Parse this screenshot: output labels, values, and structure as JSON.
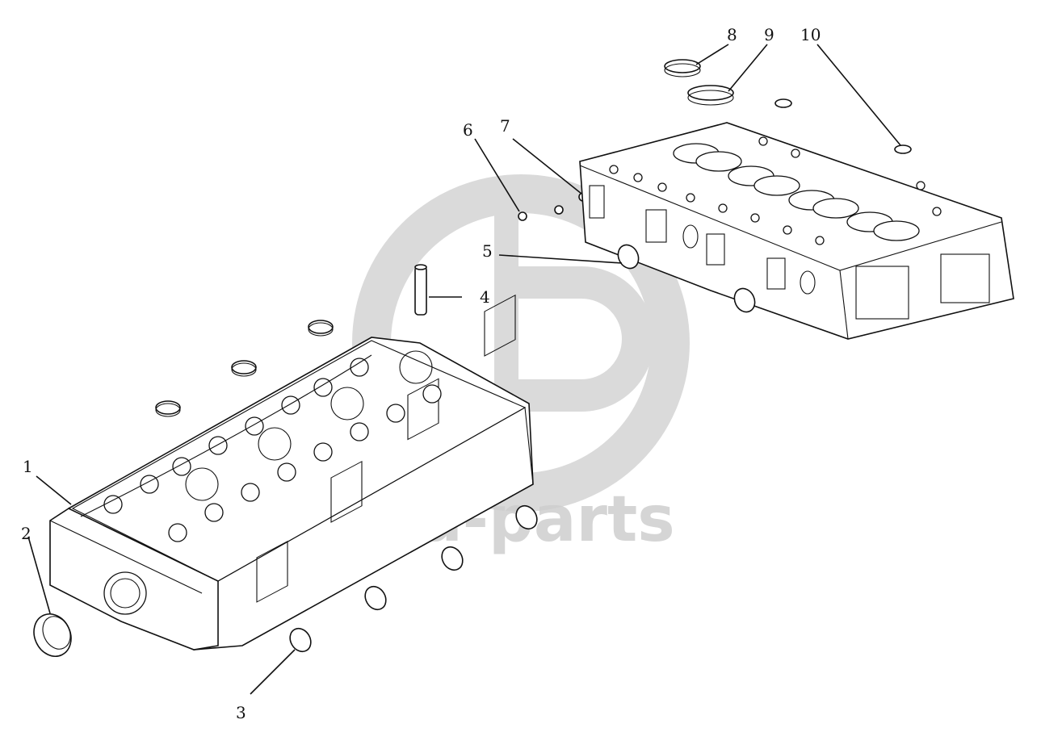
{
  "watermark": {
    "brand_text": "a-parts",
    "color": "#cfcfcf"
  },
  "callouts": [
    {
      "num": "1"
    },
    {
      "num": "2"
    },
    {
      "num": "3"
    },
    {
      "num": "4"
    },
    {
      "num": "5"
    },
    {
      "num": "6"
    },
    {
      "num": "7"
    },
    {
      "num": "8"
    },
    {
      "num": "9"
    },
    {
      "num": "10"
    }
  ]
}
